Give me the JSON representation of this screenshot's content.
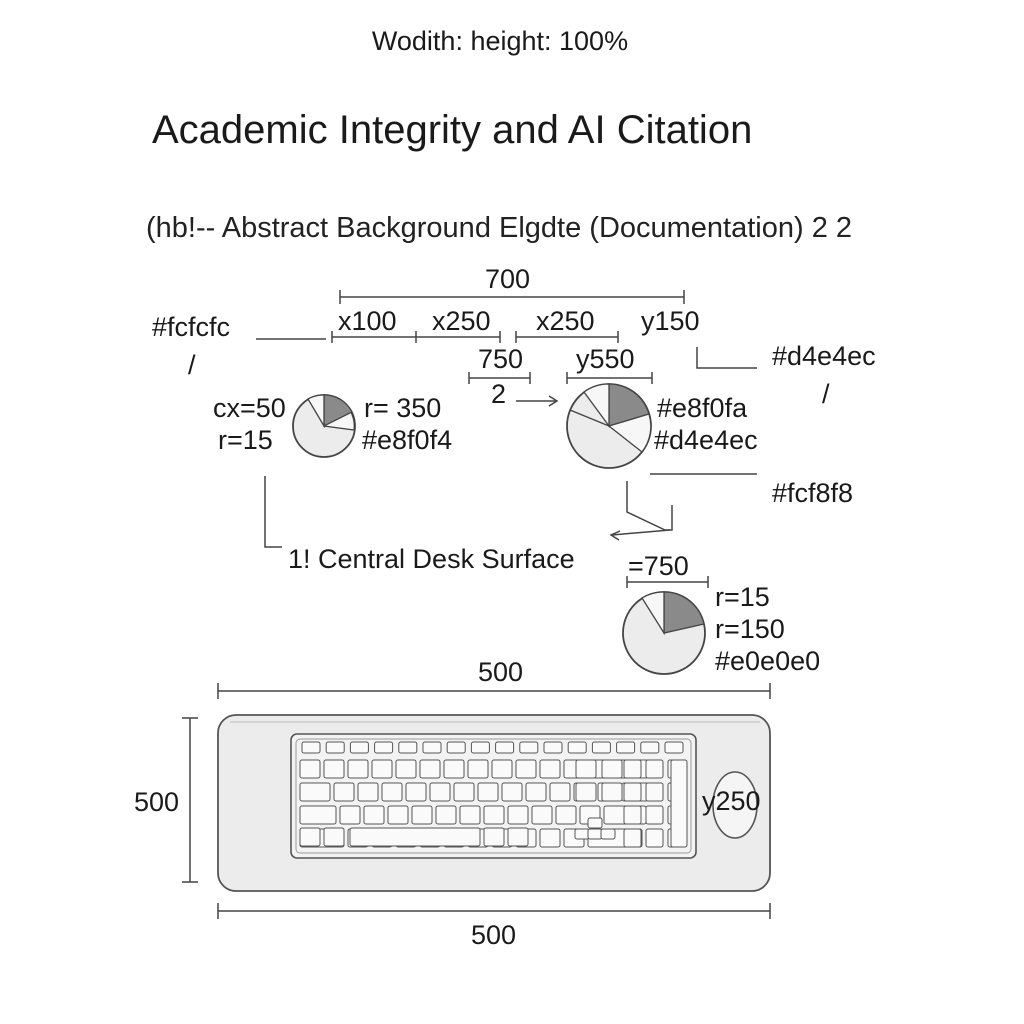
{
  "header": {
    "note": "Wodith: height: 100%",
    "title": "Academic Integrity and AI Citation",
    "subtitle": "(hb!-- Abstract Background Elgdte (Documentation) 2 2"
  },
  "annotations": {
    "top_width": "700",
    "x100": "x100",
    "x250_a": "x250",
    "x250_b": "x250",
    "y150": "y150",
    "color_left": "#fcfcfc",
    "slash_left": "/",
    "dim_750": "750",
    "y550": "y550",
    "two": "2",
    "color_right": "#d4e4ec",
    "slash_right": "/",
    "cx50": "cx=50",
    "r15_left": "r=15",
    "r350": "r= 350",
    "color_e8f0f4": "#e8f0f4",
    "color_e8f0fa": "#e8f0fa",
    "color_d4e4ec": "#d4e4ec",
    "color_fcf8f8": "#fcf8f8",
    "desk_label": "1!  Central Desk Surface",
    "eq750": "=750",
    "r15_right": "r=15",
    "r150": "r=150",
    "color_e0e0e0": "#e0e0e0",
    "keyboard_width_top": "500",
    "keyboard_height": "500",
    "keyboard_width_bottom": "500",
    "y250": "y250"
  },
  "colors": {
    "pie_light": "#ececec",
    "pie_dark": "#8a8a8a",
    "pie_white": "#f7f7f7",
    "stroke": "#444444",
    "keyboard_fill": "#ececec"
  }
}
